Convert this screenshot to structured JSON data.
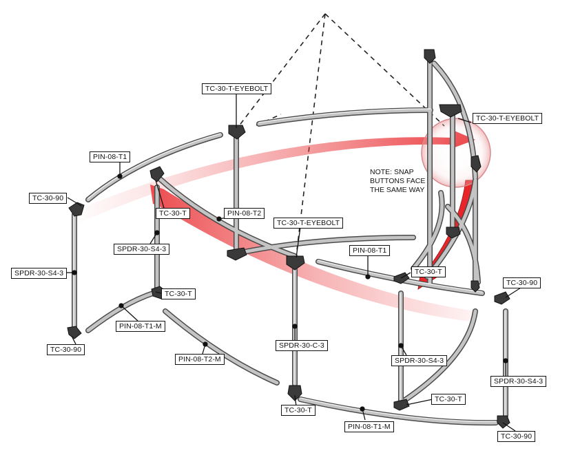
{
  "labels": {
    "tc30_90_left_top": "TC-30-90",
    "pin08_t1_upper_left": "PIN-08-T1",
    "tc30_t_eyebolt_top": "TC-30-T-EYEBOLT",
    "tc30_t_eyebolt_right": "TC-30-T-EYEBOLT",
    "tc30_t_upper_left": "TC-30-T",
    "pin08_t2_upper": "PIN-08-T2",
    "tc30_t_eyebolt_center": "TC-30-T-EYEBOLT",
    "spdr30_s4_3_inner_left": "SPDR-30-S4-3",
    "spdr30_s4_3_outer_left": "SPDR-30-S4-3",
    "pin08_t1_upper_right": "PIN-08-T1",
    "tc30_t_upper_right": "TC-30-T",
    "tc30_90_right_top": "TC-30-90",
    "tc30_t_lower_left": "TC-30-T",
    "pin08_t1_m_left": "PIN-08-T1-M",
    "tc30_90_left_bottom": "TC-30-90",
    "pin08_t2_m": "PIN-08-T2-M",
    "spdr30_c_3": "SPDR-30-C-3",
    "spdr30_s4_3_front_right": "SPDR-30-S4-3",
    "spdr30_s4_3_far_right": "SPDR-30-S4-3",
    "tc30_t_lower_center": "TC-30-T",
    "tc30_t_lower_right": "TC-30-T",
    "pin08_t1_m_front": "PIN-08-T1-M",
    "tc30_90_right_bottom": "TC-30-90"
  },
  "note": {
    "line1": "NOTE: SNAP",
    "line2": "BUTTONS FACE",
    "line3": "THE SAME WAY"
  },
  "colors": {
    "arrow": "#e8262a",
    "tube": "#bdbdbd",
    "tube_edge": "#4a4a4a"
  }
}
